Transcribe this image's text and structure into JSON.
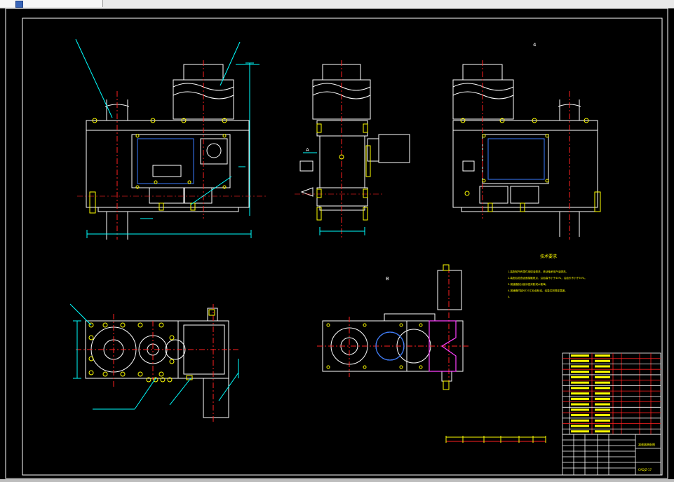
{
  "window": {
    "tab_icon": "drawing-file-icon"
  },
  "drawing": {
    "view_label_a": "A",
    "view_label_b": "B",
    "view_label_4": "4",
    "tech_title": "技术要求",
    "tech_notes": [
      "1.装配前所有零件用煤油清洗，滚动轴承用汽油清洗。",
      "2.装配后检查齿面接触斑点，沿齿高不小于40%，沿齿长不小于50%。",
      "3.减速器剖分面涂密封胶或水玻璃。",
      "4.减速器内装N220工业齿轮油，油量达到规定高度。",
      "5."
    ],
    "title_block": {
      "name": "减速器装配图",
      "drawing_no": "CADJZ-17"
    },
    "parts_rows": 15
  },
  "colors": {
    "background": "#000000",
    "outline": "#ffffff",
    "dimension": "#00ffff",
    "hidden": "#3a7bff",
    "yellow": "#ffff00",
    "red": "#ff2020",
    "magenta": "#ff40ff"
  }
}
